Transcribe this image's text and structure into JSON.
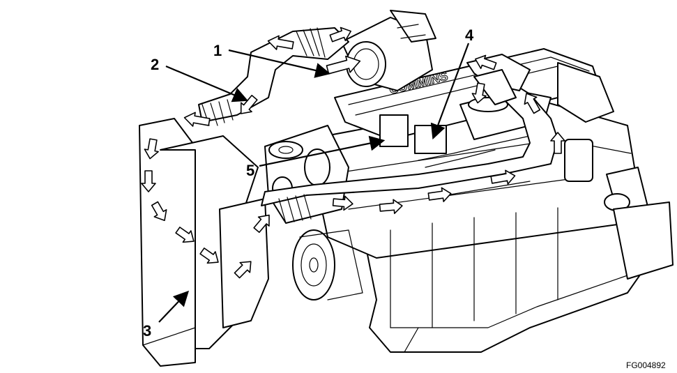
{
  "figure": {
    "figure_id": "FG004892",
    "engine_brand_text": "CUMMINS"
  },
  "callouts": [
    {
      "number": "1"
    },
    {
      "number": "2"
    },
    {
      "number": "3"
    },
    {
      "number": "4"
    },
    {
      "number": "5"
    }
  ],
  "icons": {
    "flow_arrow": "airflow-arrow-icon"
  }
}
